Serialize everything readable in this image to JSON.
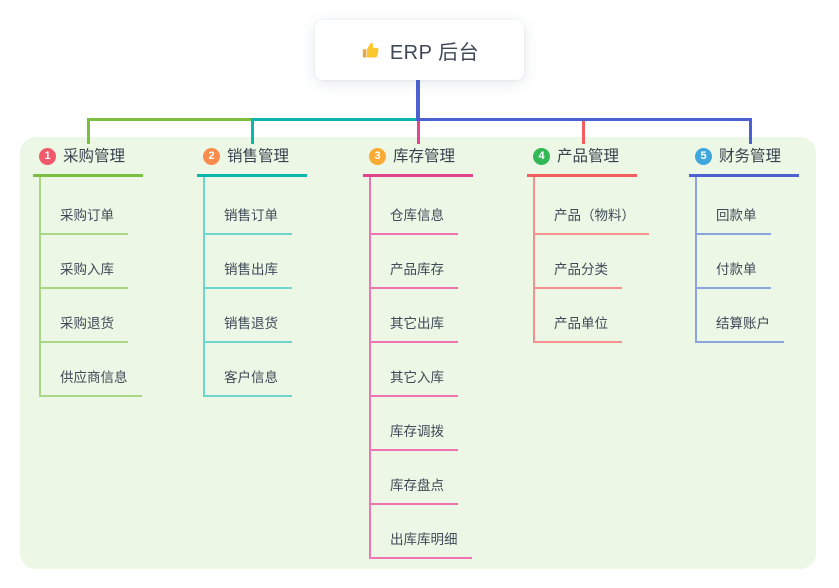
{
  "root": {
    "title": "ERP 后台",
    "icon": "thumbs-up",
    "box_color": "#FFFFFF",
    "stem_color": "#4B61D1"
  },
  "panel": {
    "background": "#EDF7E5"
  },
  "branches": [
    {
      "number": "1",
      "title": "采购管理",
      "colors": {
        "line": "#7CBE40",
        "child_line": "#A9D785",
        "badge": "#F2596A"
      },
      "children": [
        "采购订单",
        "采购入库",
        "采购退货",
        "供应商信息"
      ]
    },
    {
      "number": "2",
      "title": "销售管理",
      "colors": {
        "line": "#0CB6AF",
        "child_line": "#6FD6CD",
        "badge": "#F98C4D"
      },
      "children": [
        "销售订单",
        "销售出库",
        "销售退货",
        "客户信息"
      ]
    },
    {
      "number": "3",
      "title": "库存管理",
      "colors": {
        "line": "#E2458F",
        "child_line": "#EE74B2",
        "badge": "#FAAB33"
      },
      "children": [
        "仓库信息",
        "产品库存",
        "其它出库",
        "其它入库",
        "库存调拨",
        "库存盘点",
        "出库库明细"
      ]
    },
    {
      "number": "4",
      "title": "产品管理",
      "colors": {
        "line": "#F25E5E",
        "child_line": "#F5908F",
        "badge": "#33B858"
      },
      "children": [
        "产品（物料）",
        "产品分类",
        "产品单位"
      ]
    },
    {
      "number": "5",
      "title": "财务管理",
      "colors": {
        "line": "#4B61D1",
        "child_line": "#8BA4DE",
        "badge": "#3FA7DD"
      },
      "children": [
        "回款单",
        "付款单",
        "结算账户"
      ]
    }
  ]
}
